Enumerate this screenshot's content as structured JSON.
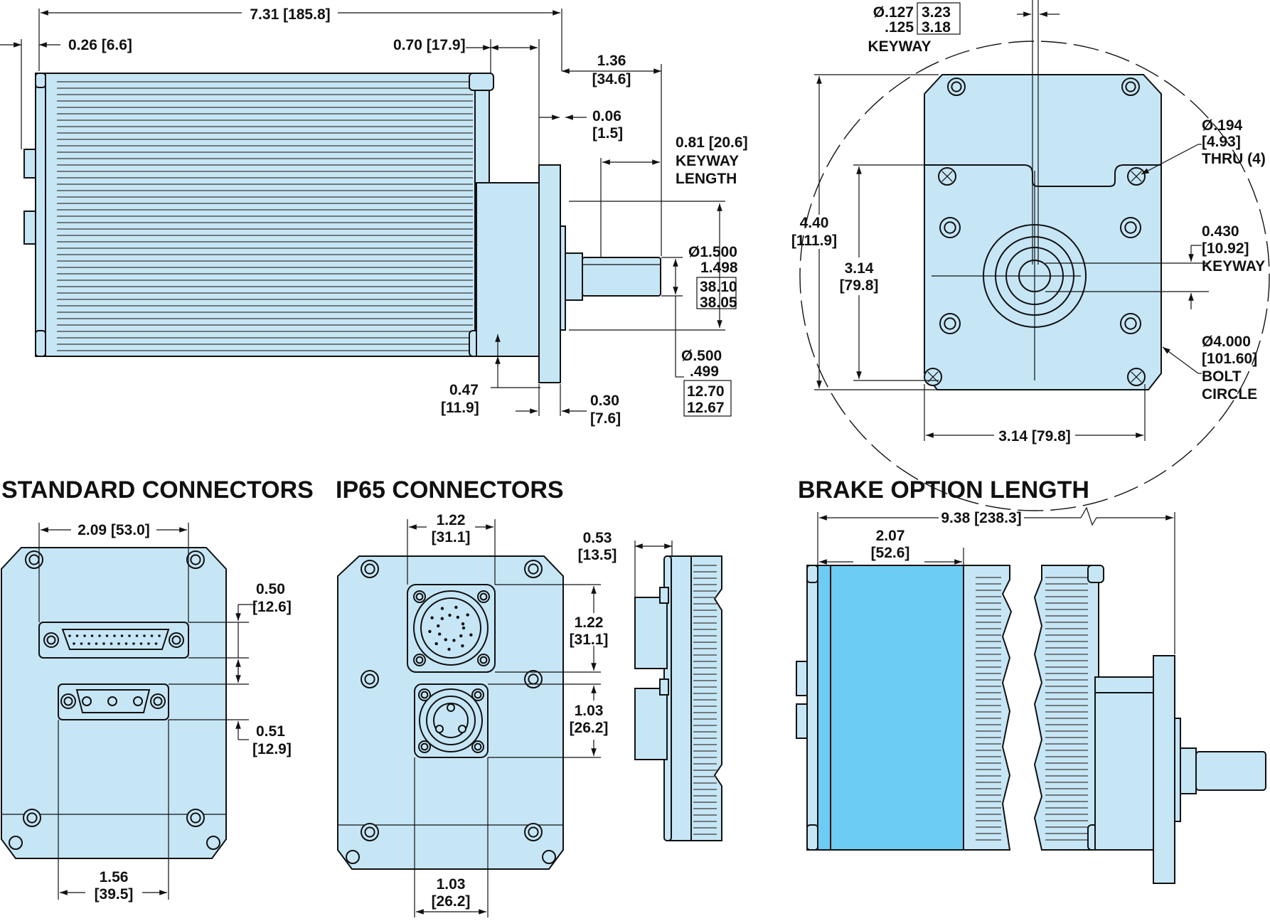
{
  "titles": {
    "standard": "STANDARD CONNECTORS",
    "ip65": "IP65 CONNECTORS",
    "brake": "BRAKE OPTION LENGTH"
  },
  "side_view": {
    "overall_length": "7.31 [185.8]",
    "end_cap": "0.26 [6.6]",
    "rear_step": "0.70 [17.9]",
    "shaft_length": [
      "1.36",
      "[34.6]"
    ],
    "pilot_depth": [
      "0.06",
      "[1.5]"
    ],
    "keyway_length": [
      "0.81 [20.6]",
      "KEYWAY",
      "LENGTH"
    ],
    "pilot_dia": [
      "Ø1.500",
      "1.498",
      "38.10",
      "38.05"
    ],
    "shaft_dia": [
      "Ø.500",
      ".499",
      "12.70",
      "12.67"
    ],
    "offset": [
      "0.47",
      "[11.9]"
    ],
    "flange_thickness": [
      "0.30",
      "[7.6]"
    ]
  },
  "front_view": {
    "keyway_width": [
      "Ø.127",
      ".125",
      "3.23",
      "3.18",
      "KEYWAY"
    ],
    "height": [
      "4.40",
      "[111.9]"
    ],
    "hole_spacing_v": [
      "3.14",
      "[79.8]"
    ],
    "hole_spacing_h": "3.14 [79.8]",
    "thru_hole": [
      "Ø.194",
      "[4.93]",
      "THRU (4)"
    ],
    "keyway_depth": [
      "0.430",
      "[10.92]",
      "KEYWAY"
    ],
    "bolt_circle": [
      "Ø4.000",
      "[101.60]",
      "BOLT",
      "CIRCLE"
    ]
  },
  "standard_connectors": {
    "width": "2.09 [53.0]",
    "top_offset": [
      "0.50",
      "[12.6]"
    ],
    "mid_offset": [
      "0.51",
      "[12.9]"
    ],
    "bottom_width": [
      "1.56",
      "[39.5]"
    ]
  },
  "ip65_connectors": {
    "width_top": [
      "1.22",
      "[31.1]"
    ],
    "height_top": [
      "1.22",
      "[31.1]"
    ],
    "protrusion": [
      "0.53",
      "[13.5]"
    ],
    "height_bottom": [
      "1.03",
      "[26.2]"
    ],
    "width_bottom": [
      "1.03",
      "[26.2]"
    ]
  },
  "brake_option": {
    "overall_length": "9.38 [238.3]",
    "brake_length": [
      "2.07",
      "[52.6]"
    ]
  }
}
